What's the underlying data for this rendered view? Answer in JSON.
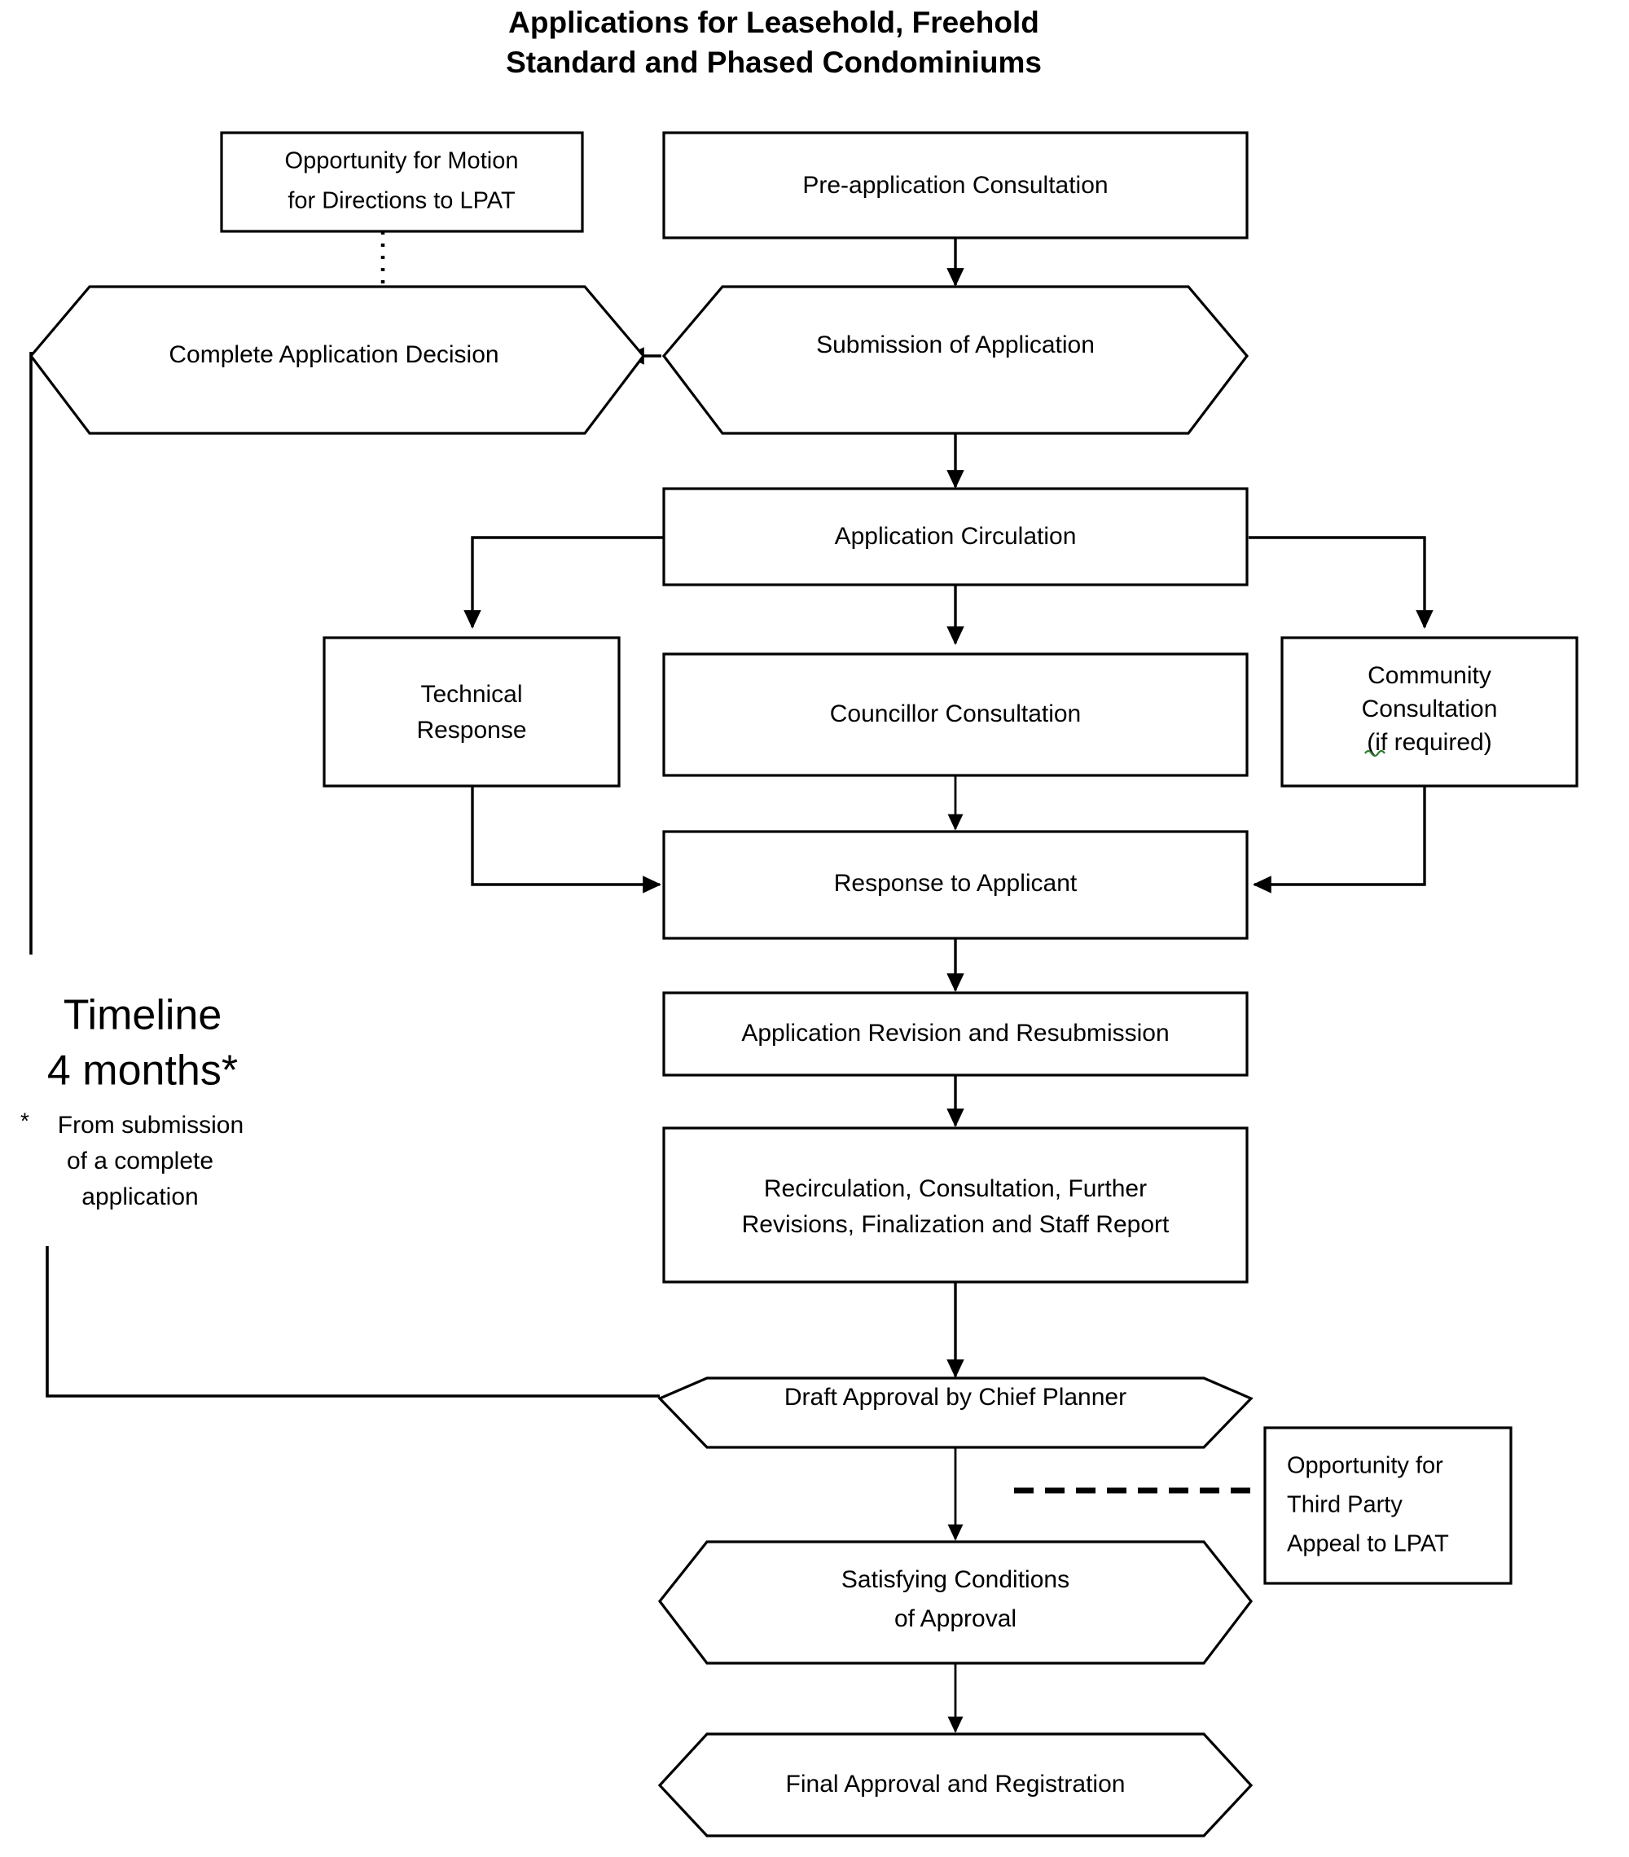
{
  "title": {
    "line1": "Applications for Leasehold, Freehold",
    "line2": "Standard and Phased Condominiums"
  },
  "nodes": {
    "motion_lpat": {
      "line1": "Opportunity for Motion",
      "line2": "for Directions to LPAT",
      "shape": "rectangle"
    },
    "pre_application": {
      "label": "Pre-application Consultation",
      "shape": "rectangle"
    },
    "complete_decision": {
      "label": "Complete Application Decision",
      "shape": "hexagon"
    },
    "submission": {
      "label": "Submission of Application",
      "shape": "hexagon"
    },
    "circulation": {
      "label": "Application Circulation",
      "shape": "rectangle"
    },
    "technical": {
      "line1": "Technical",
      "line2": "Response",
      "shape": "rectangle"
    },
    "councillor": {
      "label": "Councillor Consultation",
      "shape": "rectangle"
    },
    "community": {
      "line1": "Community",
      "line2": "Consultation",
      "line3": "(if required)",
      "shape": "rectangle"
    },
    "response_applicant": {
      "label": "Response to Applicant",
      "shape": "rectangle"
    },
    "revision": {
      "label": "Application Revision and Resubmission",
      "shape": "rectangle"
    },
    "recirculation": {
      "line1": "Recirculation, Consultation, Further",
      "line2": "Revisions, Finalization and Staff Report",
      "shape": "rectangle"
    },
    "draft_approval": {
      "label": "Draft Approval by Chief Planner",
      "shape": "hexagon"
    },
    "third_party_appeal": {
      "line1": "Opportunity for",
      "line2": "Third Party",
      "line3": "Appeal to LPAT",
      "shape": "rectangle"
    },
    "satisfying": {
      "line1": "Satisfying Conditions",
      "line2": "of Approval",
      "shape": "hexagon"
    },
    "final_approval": {
      "label": "Final Approval and Registration",
      "shape": "hexagon"
    }
  },
  "timeline": {
    "heading": "Timeline",
    "duration": "4 months*",
    "star": "*",
    "note_line1": "From submission",
    "note_line2": "of a complete",
    "note_line3": "application"
  },
  "colors": {
    "stroke": "#000000",
    "fill": "#ffffff",
    "background": "#ffffff",
    "spellcheck": "#2e7d32"
  }
}
